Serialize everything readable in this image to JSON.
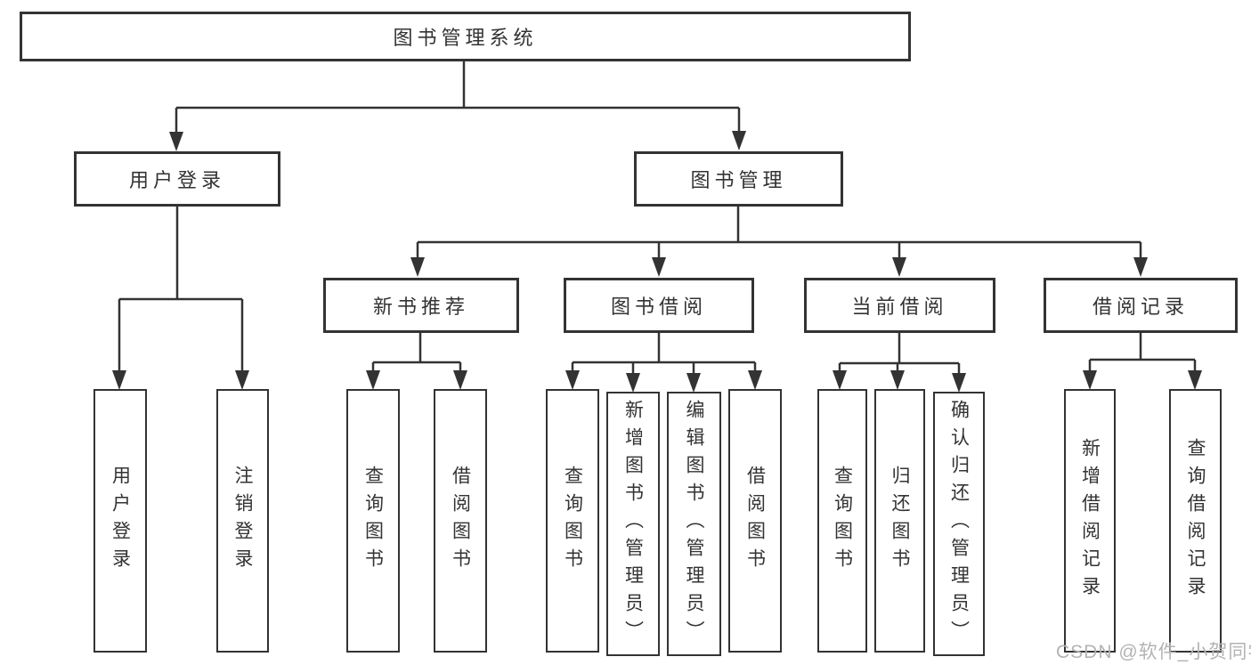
{
  "colors": {
    "background": "#ffffff",
    "line": "#333333",
    "box_border": "#333333",
    "text": "#333333",
    "watermark": "#b3b3b3"
  },
  "watermark": {
    "text": "CSDN @软件_小贺同学"
  },
  "tree": {
    "root": {
      "label": "图书管理系统",
      "children": [
        {
          "label": "用户登录",
          "children": [
            {
              "label": "用户登录"
            },
            {
              "label": "注销登录"
            }
          ]
        },
        {
          "label": "图书管理",
          "children": [
            {
              "label": "新书推荐",
              "children": [
                {
                  "label": "查询图书"
                },
                {
                  "label": "借阅图书"
                }
              ]
            },
            {
              "label": "图书借阅",
              "children": [
                {
                  "label": "查询图书"
                },
                {
                  "label": "新增图书（管理员）"
                },
                {
                  "label": "编辑图书（管理员）"
                },
                {
                  "label": "借阅图书"
                }
              ]
            },
            {
              "label": "当前借阅",
              "children": [
                {
                  "label": "查询图书"
                },
                {
                  "label": "归还图书"
                },
                {
                  "label": "确认归还（管理员）"
                }
              ]
            },
            {
              "label": "借阅记录",
              "children": [
                {
                  "label": "新增借阅记录"
                },
                {
                  "label": "查询借阅记录"
                }
              ]
            }
          ]
        }
      ]
    }
  }
}
